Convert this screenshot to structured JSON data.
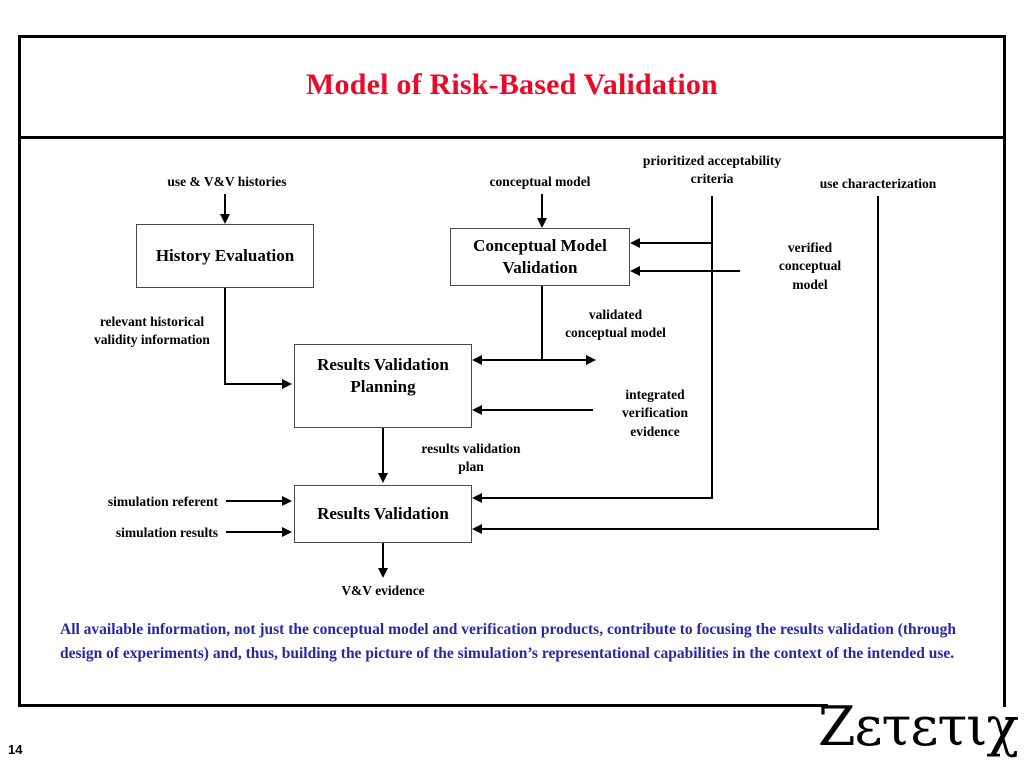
{
  "slide": {
    "title": "Model of Risk-Based Validation",
    "title_color": "#ec0928",
    "page_number": "14",
    "logo_text": "Ζετετιχ",
    "caption": "All available information, not just the conceptual model and verification products, contribute to focusing the results validation (through design of experiments) and, thus, building the picture of the simulation’s representational capabilities in the context of the intended use.",
    "caption_color": "#2727a8"
  },
  "diagram": {
    "type": "flow-diagram",
    "boxes": [
      {
        "id": "history-evaluation",
        "label": "History\nEvaluation"
      },
      {
        "id": "conceptual-model-validation",
        "label": "Conceptual Model\nValidation"
      },
      {
        "id": "results-validation-planning",
        "label": "Results Validation\nPlanning"
      },
      {
        "id": "results-validation",
        "label": "Results\nValidation"
      }
    ],
    "labels": {
      "use_vv_histories": "use & V&V histories",
      "conceptual_model": "conceptual model",
      "prioritized_acceptability_criteria": "prioritized acceptability\ncriteria",
      "use_characterization": "use characterization",
      "verified_conceptual_model": "verified\nconceptual\nmodel",
      "relevant_historical_validity_information": "relevant historical\nvalidity information",
      "validated_conceptual_model": "validated\nconceptual model",
      "integrated_verification_evidence": "integrated\nverification\nevidence",
      "results_validation_plan": "results validation\nplan",
      "simulation_referent": "simulation referent",
      "simulation_results": "simulation results",
      "vv_evidence": "V&V evidence"
    },
    "flows": [
      {
        "from": "use & V&V histories",
        "to": "History Evaluation"
      },
      {
        "from": "conceptual model",
        "to": "Conceptual Model Validation"
      },
      {
        "from": "prioritized acceptability criteria",
        "to": "Conceptual Model Validation"
      },
      {
        "from": "prioritized acceptability criteria",
        "to": "Results Validation"
      },
      {
        "from": "verified conceptual model",
        "to": "Conceptual Model Validation"
      },
      {
        "from": "use characterization",
        "to": "Results Validation"
      },
      {
        "from": "History Evaluation",
        "to": "Results Validation Planning",
        "label": "relevant historical validity information"
      },
      {
        "from": "Conceptual Model Validation",
        "to": "Results Validation Planning",
        "label": "validated conceptual model"
      },
      {
        "from": "integrated verification evidence",
        "to": "Results Validation Planning"
      },
      {
        "from": "Results Validation Planning",
        "to": "Results Validation",
        "label": "results validation plan"
      },
      {
        "from": "simulation referent",
        "to": "Results Validation"
      },
      {
        "from": "simulation results",
        "to": "Results Validation"
      },
      {
        "from": "Results Validation",
        "to": "V&V evidence"
      }
    ]
  }
}
